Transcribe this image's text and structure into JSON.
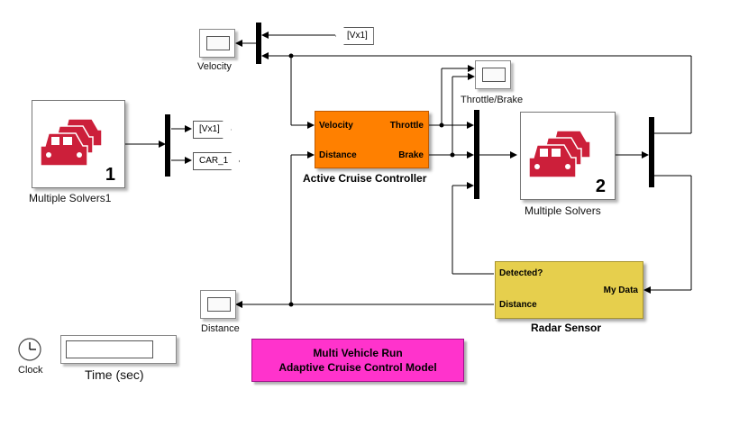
{
  "blocks": {
    "velocity_scope": "Velocity",
    "vx1_goto_top": "[Vx1]",
    "vx1_from_left": "[Vx1]",
    "car1_goto": "CAR_1",
    "multiple_solvers1": {
      "label": "Multiple Solvers1",
      "number": "1"
    },
    "multiple_solvers": {
      "label": "Multiple Solvers",
      "number": "2"
    },
    "throttle_brake_scope": "Throttle/Brake",
    "distance_scope": "Distance",
    "clock": "Clock",
    "time_display": "Time (sec)"
  },
  "acc": {
    "title": "Active Cruise Controller",
    "in_velocity": "Velocity",
    "in_distance": "Distance",
    "out_throttle": "Throttle",
    "out_brake": "Brake",
    "color": "#ff8000"
  },
  "radar": {
    "title": "Radar Sensor",
    "in_detected": "Detected?",
    "in_distance": "Distance",
    "in_mydata": "My Data",
    "color": "#e6cf4d"
  },
  "annotation": {
    "line1": "Multi Vehicle Run",
    "line2": "Adaptive Cruise Control Model",
    "color": "#ff33cc"
  },
  "icons": {
    "car_icon": "car-stack-icon",
    "clock_icon": "clock-icon",
    "scope_icon": "scope-icon"
  },
  "colors": {
    "car": "#cc1f3a"
  }
}
